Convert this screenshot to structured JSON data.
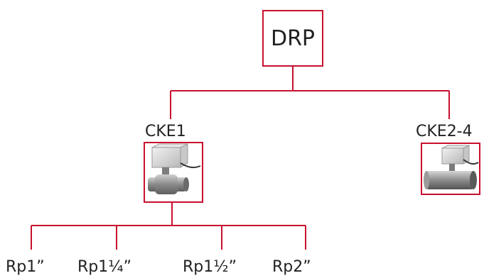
{
  "root": {
    "label": "DRP"
  },
  "children": [
    {
      "label": "CKE1",
      "image_icon": "ball-valve-small-icon"
    },
    {
      "label": "CKE2-4",
      "image_icon": "ball-valve-large-icon"
    }
  ],
  "sizes": [
    "Rp1”",
    "Rp1¼”",
    "Rp1½”",
    "Rp2”"
  ],
  "colors": {
    "connector": "#c8102e",
    "text": "#222222"
  }
}
